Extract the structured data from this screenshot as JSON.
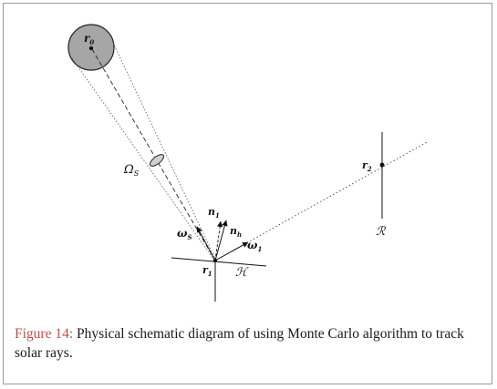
{
  "figure": {
    "labels": {
      "sun_center": "r",
      "sun_center_sub": "0",
      "solid_angle": "Ω",
      "solid_angle_sub": "S",
      "n1": "n",
      "n1_sub": "1",
      "nh": "n",
      "nh_sub": "h",
      "omega_s": "ω",
      "omega_s_sub": "S",
      "omega_1": "ω",
      "omega_1_sub": "1",
      "r1": "r",
      "r1_sub": "1",
      "surface_h": "ℋ",
      "r2": "r",
      "r2_sub": "2",
      "receiver_r": "ℛ"
    },
    "colors": {
      "sun_fill": "#a6a6a6",
      "ellipse_fill": "#cfcfcf",
      "ink": "#111111",
      "frame": "#9a9a9a",
      "caption_accent": "#c0504d"
    }
  },
  "caption": {
    "label": "Figure 14:",
    "text": " Physical schematic diagram of using Monte Carlo algorithm to track solar rays."
  }
}
